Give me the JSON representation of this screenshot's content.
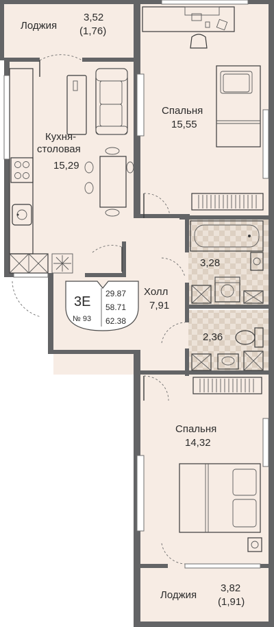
{
  "colors": {
    "floor": "#f7ece4",
    "wall": "#636466",
    "tile_light": "#ece2d8",
    "tile_dark": "#ddd0c2",
    "ink": "#2b2b2b"
  },
  "rooms": {
    "loggia_top": {
      "name": "Лоджия",
      "area": "3,52",
      "sub": "(1,76)"
    },
    "kitchen": {
      "name_line1": "Кухня-",
      "name_line2": "столовая",
      "area": "15,29"
    },
    "bedroom_top": {
      "name": "Спальня",
      "area": "15,55"
    },
    "hall": {
      "name": "Холл",
      "area": "7,91"
    },
    "bathroom": {
      "area": "3,28"
    },
    "wc": {
      "area": "2,36"
    },
    "bedroom_bottom": {
      "name": "Спальня",
      "area": "14,32"
    },
    "loggia_bottom": {
      "name": "Лоджия",
      "area": "3,82",
      "sub": "(1,91)"
    }
  },
  "badge": {
    "type": "3E",
    "number": "№ 93",
    "area_living": "29.87",
    "area_total": "58.71",
    "area_with_loggias": "62.38"
  },
  "icons": [
    "ventilation-shaft-icon",
    "compass-star-icon",
    "sink-icon",
    "stove-icon",
    "toilet-icon",
    "bathtub-icon",
    "bed-icon",
    "sofa-icon",
    "dining-table-icon"
  ]
}
